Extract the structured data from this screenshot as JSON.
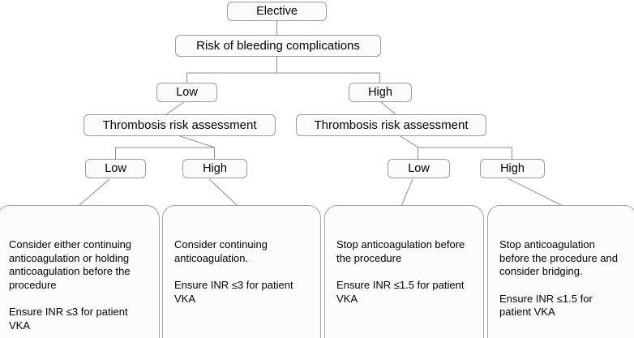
{
  "diagram": {
    "title": "Elective anticoagulation management flowchart",
    "type": "decision-tree",
    "colors": {
      "node_fill": "#fbfbfb",
      "node_border": "#9b9b9b",
      "leaf_border": "#a2a2a2",
      "edge": "#8d8d8d",
      "text": "#000000",
      "background": "#ffffff"
    },
    "nodes": {
      "root": "Elective",
      "bleeding_risk": "Risk of bleeding complications",
      "bleeding_low": "Low",
      "bleeding_high": "High",
      "thrombosis_left": "Thrombosis risk assessment",
      "thrombosis_right": "Thrombosis risk assessment",
      "thrombo_left_low": "Low",
      "thrombo_left_high": "High",
      "thrombo_right_low": "Low",
      "thrombo_right_high": "High"
    },
    "leaves": [
      {
        "id": "leaf-low-low",
        "primary": "Consider either continuing anticoagulation or holding anticoagulation before the procedure",
        "secondary": "Ensure INR ≤3 for patient VKA"
      },
      {
        "id": "leaf-low-high",
        "primary": "Consider continuing anticoagulation.",
        "secondary": "Ensure INR ≤3 for patient VKA"
      },
      {
        "id": "leaf-high-low",
        "primary": "Stop anticoagulation before the procedure",
        "secondary": "Ensure INR ≤1.5 for patient VKA"
      },
      {
        "id": "leaf-high-high",
        "primary": "Stop anticoagulation before the procedure and consider bridging.",
        "secondary": "Ensure INR ≤1.5 for patient VKA"
      }
    ]
  }
}
